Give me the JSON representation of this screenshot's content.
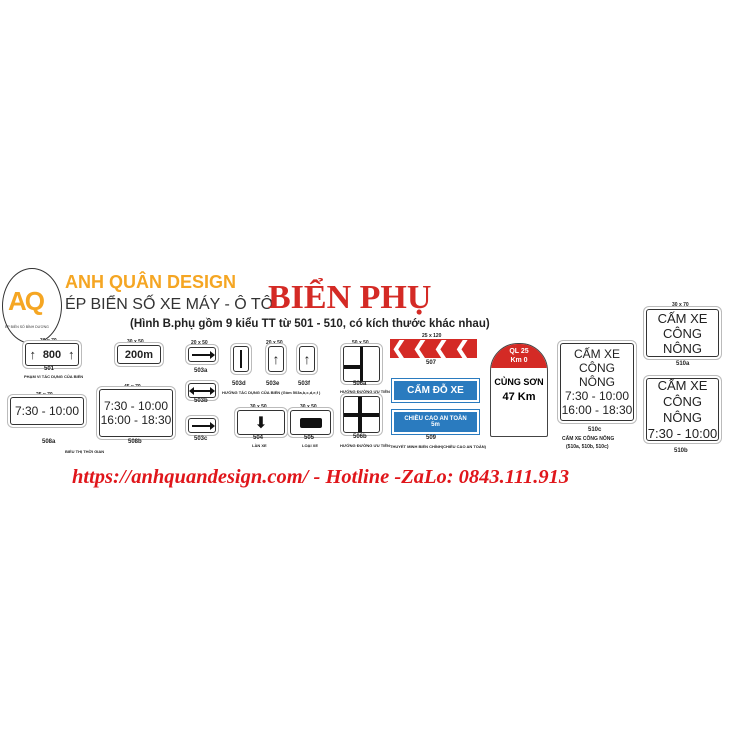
{
  "brand": {
    "logo": "AQ",
    "logo_caption": "ÉP BIỂN SỐ BÌNH DƯƠNG",
    "name": "ANH QUÂN DESIGN",
    "tagline": "ÉP BIỂN SỐ XE MÁY - Ô TÔ"
  },
  "title": "BIỂN PHỤ",
  "subtitle": "(Hình B.phụ gồm 9 kiểu TT từ 501 - 510, có kích thước khác nhau)",
  "watermark": "https://anhquandesign.com/ - Hotline -ZaLo: 0843.111.913",
  "signs": {
    "s501": {
      "size": "30 x 70",
      "text": "800",
      "code": "501",
      "desc": "PHẠM VI TÁC DỤNG CỦA BIỂN"
    },
    "s501b": {
      "size": "30 x 50",
      "text": "200m"
    },
    "s503a": {
      "size": "20 x 50",
      "code": "503a"
    },
    "s503b": {
      "code": "503b"
    },
    "s503c": {
      "code": "503c"
    },
    "s503d": {
      "code": "503d"
    },
    "s503e": {
      "size": "20 x 50",
      "code": "503e"
    },
    "s503f": {
      "code": "503f"
    },
    "s503_desc": "HƯỚNG TÁC DỤNG CỦA BIỂN (Gồm 503a,b,c,d,e,f )",
    "s508a": {
      "size": "25 x 70",
      "text": "7:30 - 10:00",
      "code": "508a"
    },
    "s508b": {
      "size": "45 x 70",
      "line1": "7:30 - 10:00",
      "line2": "16:00 - 18:30",
      "code": "508b"
    },
    "s508_desc": "BIỂU THỊ THỜI GIAN",
    "s504": {
      "size": "30 x 50",
      "code": "504",
      "desc": "LÀN XE"
    },
    "s505": {
      "size": "30 x 50",
      "code": "505",
      "desc": "LOẠI XE"
    },
    "s506a": {
      "size": "50 x 50",
      "code": "506a",
      "desc": "HƯỚNG ĐƯỜNG ƯU TIÊN"
    },
    "s506b": {
      "code": "506b",
      "desc": "HƯỚNG ĐƯỜNG ƯU TIÊN"
    },
    "s507": {
      "size": "25 x 120",
      "code": "507"
    },
    "s509": {
      "text1": "CẤM ĐỖ XE",
      "text2": "CHIỀU CAO AN TOÀN",
      "text3": "5m",
      "code": "509",
      "desc": "THUYẾT MINH BIỂN CHÍNH(CHIỀU CAO AN TOÀN)"
    },
    "milestone": {
      "road": "QL 25",
      "km": "Km 0",
      "place": "CỦNG SƠN",
      "dist": "47 Km"
    },
    "s510c": {
      "line1": "CẤM XE",
      "line2": "CÔNG NÔNG",
      "line3": "7:30 - 10:00",
      "line4": "16:00 - 18:30",
      "code": "510c",
      "desc1": "CẤM XE CÔNG NÔNG",
      "desc2": "(510a, 510b, 510c)"
    },
    "s510a": {
      "size": "30 x 70",
      "line1": "CẤM XE",
      "line2": "CÔNG NÔNG",
      "code": "510a"
    },
    "s510b": {
      "line1": "CẤM XE",
      "line2": "CÔNG NÔNG",
      "line3": "7:30 - 10:00",
      "code": "510b"
    }
  },
  "colors": {
    "red": "#d42a25",
    "orange": "#f5a623",
    "blue": "#2a7bbf"
  }
}
